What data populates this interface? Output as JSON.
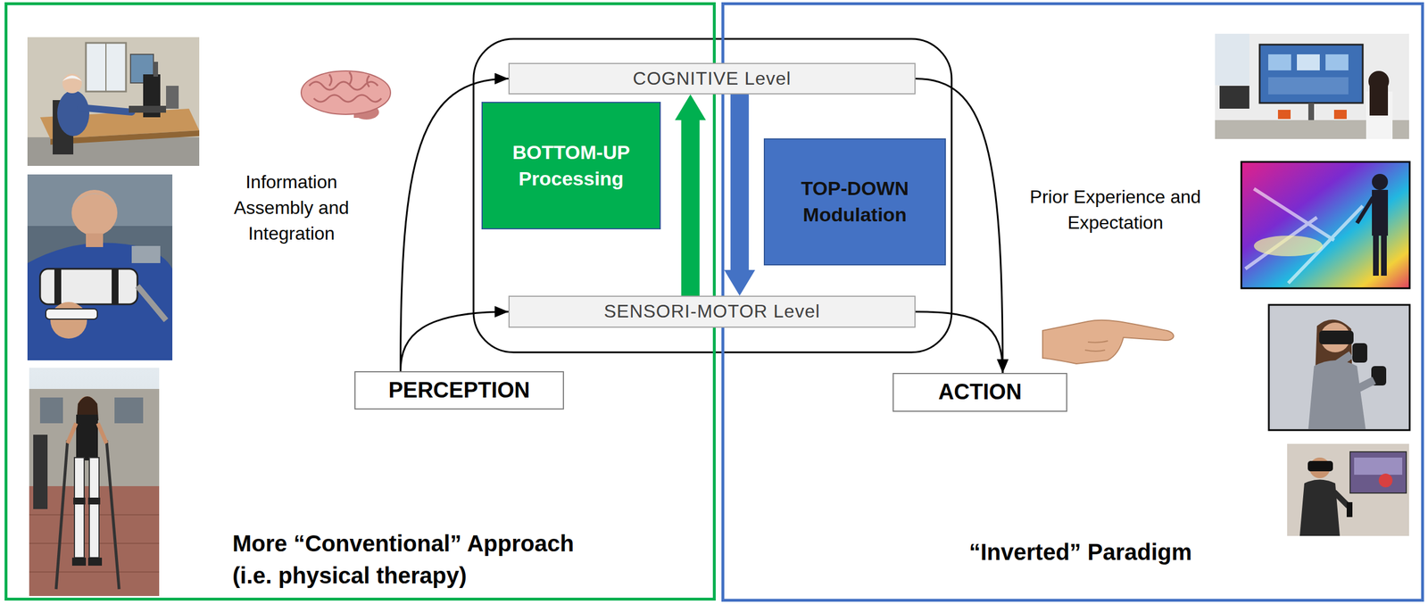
{
  "diagram": {
    "nodes": [
      {
        "text": [
          "More “Conventional” Approach (i.e. physical therapy)"
        ]
      },
      {
        "text": [
          "BOTTOM-UP Processing"
        ],
        "in": 0
      },
      {
        "text": [
          "PERCEPTION"
        ],
        "in": 0
      },
      {
        "text": [
          "“Inverted” Paradigm"
        ]
      },
      {
        "text": [
          "TOP-DOWN Modulation"
        ],
        "in": 3
      },
      {
        "text": [
          "ACTION"
        ],
        "in": 3
      },
      {
        "text": [
          "COGNITIVE Level"
        ]
      },
      {
        "text": [
          "SENSORI-MOTOR Level"
        ]
      }
    ],
    "edges": [
      {
        "from": 2,
        "to": 6,
        "arrow": "to"
      },
      {
        "from": 2,
        "to": 7,
        "arrow": "to"
      },
      {
        "from": 7,
        "to": 6,
        "arrow": "to"
      },
      {
        "from": 6,
        "to": 7,
        "arrow": "to"
      },
      {
        "from": 6,
        "to": 5,
        "arrow": "to"
      },
      {
        "from": 7,
        "to": 5,
        "arrow": "to"
      }
    ],
    "labels": [
      "Information Assembly and Integration",
      "Prior Experience and Expectation"
    ]
  }
}
